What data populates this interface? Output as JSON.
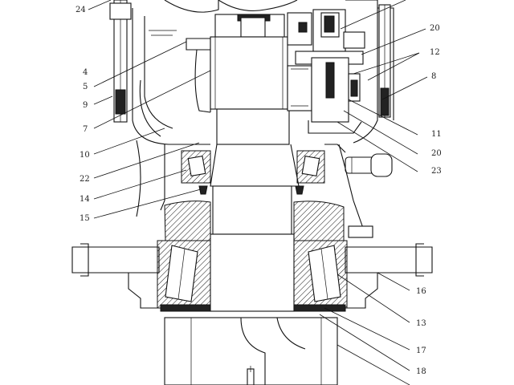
{
  "labels": {
    "l24": "24",
    "l4": "4",
    "l5": "5",
    "l9": "9",
    "l7": "7",
    "l10": "10",
    "l22": "22",
    "l14": "14",
    "l15": "15",
    "l20top": "20",
    "l12": "12",
    "l8": "8",
    "l11": "11",
    "l20": "20",
    "l23": "23",
    "l16": "16",
    "l13": "13",
    "l17": "17",
    "l18": "18"
  }
}
